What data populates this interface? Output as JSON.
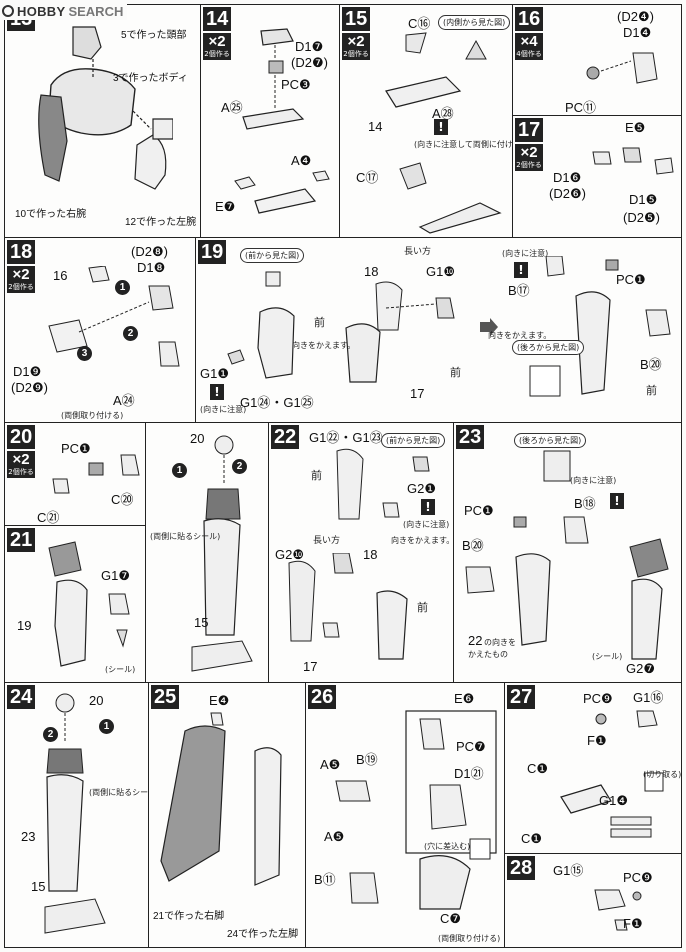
{
  "logo": {
    "text_a": "HOBBY",
    "text_b": "SEARCH"
  },
  "steps": {
    "s13": {
      "num": "13",
      "t1": "5で作った頭部",
      "t2": "3で作ったボディ",
      "t3": "10で作った右腕",
      "t4": "12で作った左腕"
    },
    "s14": {
      "num": "14",
      "mult": "×2",
      "mult_sub": "2個作る",
      "d1": "D1❼",
      "d2": "(D2❼)",
      "pc": "PC❸",
      "a1": "A㉕",
      "a2": "A❹",
      "e": "E❼"
    },
    "s15": {
      "num": "15",
      "mult": "×2",
      "mult_sub": "2個作る",
      "c1": "C⑯",
      "view": "(内側から見た図)",
      "a": "A㉘",
      "warn": "!",
      "note": "(向きに注意して両側に付ける)",
      "n14": "14",
      "c2": "C⑰"
    },
    "s16": {
      "num": "16",
      "mult": "×4",
      "mult_sub": "4個作る",
      "d2": "(D2❹)",
      "d1": "D1❹",
      "pc": "PC⑪"
    },
    "s17": {
      "num": "17",
      "mult": "×2",
      "mult_sub": "2個作る",
      "e": "E❺",
      "d1a": "D1❻",
      "d2a": "(D2❻)",
      "d1b": "D1❺",
      "d2b": "(D2❺)"
    },
    "s18": {
      "num": "18",
      "mult": "×2",
      "mult_sub": "2個作る",
      "d2": "(D2❽)",
      "d1": "D1❽",
      "n16": "16",
      "d19": "D1❾",
      "d29": "(D2❾)",
      "a": "A㉔",
      "note": "(両側取り付ける)"
    },
    "s19": {
      "num": "19",
      "view1": "(前から見た図)",
      "front": "前",
      "turn": "向きをかえます。",
      "g11": "G1❶",
      "warn_note": "(向きに注意)",
      "g124": "G1㉔・G1㉕",
      "long": "長い方",
      "n18": "18",
      "g110": "G1❿",
      "n17": "17",
      "front2": "前",
      "caution": "(向きに注意)",
      "b17": "B⑰",
      "pc1": "PC❶",
      "view2": "(後ろから見た図)",
      "b20": "B⑳",
      "turn2": "向きをかえます。",
      "front3": "前"
    },
    "s20": {
      "num": "20",
      "mult": "×2",
      "mult_sub": "2個作る",
      "pc": "PC❶",
      "c20": "C⑳",
      "c21": "C㉑"
    },
    "s21": {
      "num": "21",
      "g17": "G1❼",
      "n19": "19",
      "n15": "15",
      "n20": "20",
      "seal_note": "(両側に貼るシール)",
      "seal": "(シール)"
    },
    "s22": {
      "num": "22",
      "g12": "G1㉒・G1㉓",
      "view": "(前から見た図)",
      "front": "前",
      "g21": "G2❶",
      "warn_note": "(向きに注意)",
      "long": "長い方",
      "g210": "G2❿",
      "n18": "18",
      "turn": "向きをかえます。",
      "front2": "前",
      "n17": "17"
    },
    "s23": {
      "num": "23",
      "view": "(後ろから見た図)",
      "caution": "(向きに注意)",
      "pc": "PC❶",
      "b18": "B⑱",
      "b20": "B⑳",
      "n22": "22",
      "t22": "の向きを",
      "t22b": "かえたもの",
      "g27": "G2❼",
      "seal": "(シール)"
    },
    "s24": {
      "num": "24",
      "n20": "20",
      "seal_note": "(両側に貼るシール)",
      "n23": "23",
      "n15": "15"
    },
    "s25": {
      "num": "25",
      "e4": "E❹",
      "t21": "21で作った右脚",
      "t24": "24で作った左脚"
    },
    "s26": {
      "num": "26",
      "e6": "E❻",
      "a5": "A❺",
      "b19": "B⑲",
      "pc7": "PC❼",
      "d121": "D1㉑",
      "a5b": "A❺",
      "b11": "B⑪",
      "c7": "C❼",
      "note1": "(穴に差込む)",
      "note2": "(両側取り付ける)"
    },
    "s27": {
      "num": "27",
      "pc9": "PC❾",
      "g16": "G1⑯",
      "f1": "F❶",
      "c1a": "C❶",
      "g14": "G1❹",
      "cut": "(切り取る)",
      "c1b": "C❶"
    },
    "s28": {
      "num": "28",
      "g15": "G1⑮",
      "pc9": "PC❾",
      "f1": "F❶"
    }
  }
}
